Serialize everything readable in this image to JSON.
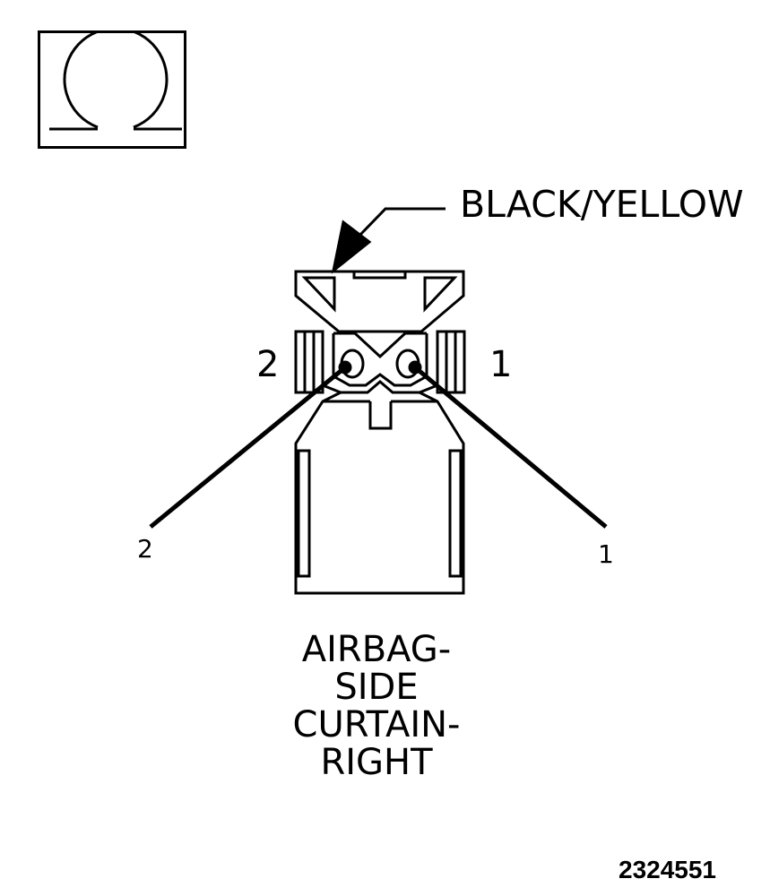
{
  "symbol": {
    "icon": "ohm-icon"
  },
  "connector": {
    "color_label": "BLACK/YELLOW",
    "cavity_labels": {
      "left": "2",
      "right": "1"
    },
    "wire_labels": {
      "left": "2",
      "right": "1"
    }
  },
  "title_lines": [
    "AIRBAG-",
    "SIDE",
    "CURTAIN-",
    "RIGHT"
  ],
  "figure_id": "2324551"
}
